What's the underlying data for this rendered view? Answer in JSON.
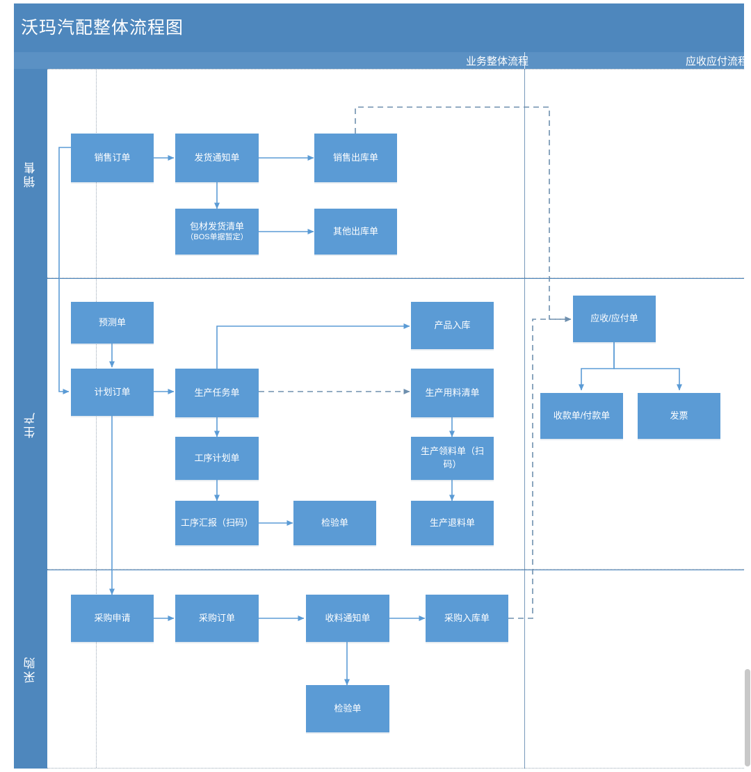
{
  "header": {
    "title": "沃玛汽配整体流程图",
    "columns": [
      {
        "label": "业务整体流程"
      },
      {
        "label": "应收应付流程"
      }
    ]
  },
  "lanes": [
    {
      "id": "sales",
      "label": "销售"
    },
    {
      "id": "production",
      "label": "生产"
    },
    {
      "id": "purchase",
      "label": "采购"
    }
  ],
  "nodes": {
    "sales_order": {
      "label": "销售订单"
    },
    "delivery_notice": {
      "label": "发货通知单"
    },
    "sales_outbound": {
      "label": "销售出库单"
    },
    "packing_list": {
      "label": "包材发货清单\n（BOS单据暂定）",
      "line1": "包材发货清单",
      "line2": "（BOS单据暂定）"
    },
    "other_outbound": {
      "label": "其他出库单"
    },
    "forecast_order": {
      "label": "预测单"
    },
    "plan_order": {
      "label": "计划订单"
    },
    "production_task": {
      "label": "生产任务单"
    },
    "product_inbound": {
      "label": "产品入库"
    },
    "production_bom": {
      "label": "生产用料清单"
    },
    "process_plan": {
      "label": "工序计划单"
    },
    "material_issue": {
      "label": "生产领料单（扫码）"
    },
    "process_report": {
      "label": "工序汇报（扫码）"
    },
    "inspection_prod": {
      "label": "检验单"
    },
    "material_return": {
      "label": "生产退料单"
    },
    "ar_ap_bill": {
      "label": "应收/应付单"
    },
    "receipt_payment": {
      "label": "收款单/付款单"
    },
    "invoice": {
      "label": "发票"
    },
    "purchase_request": {
      "label": "采购申请"
    },
    "purchase_order": {
      "label": "采购订单"
    },
    "receiving_notice": {
      "label": "收料通知单"
    },
    "purchase_inbound": {
      "label": "采购入库单"
    },
    "inspection_purc": {
      "label": "检验单"
    }
  },
  "colors": {
    "node_fill": "#5B9BD5",
    "header_fill": "#4E87BD",
    "column_header_fill": "#5B91C4",
    "connector": "#5B9BD5",
    "lane_divider": "#4E87BD",
    "text_on_fill": "#FFFFFF"
  },
  "chart_data": {
    "type": "diagram",
    "title": "沃玛汽配整体流程图",
    "lanes": [
      "销售",
      "生产",
      "采购"
    ],
    "columns": [
      "业务整体流程",
      "应收应付流程"
    ],
    "edges": [
      {
        "from": "销售订单",
        "to": "发货通知单",
        "style": "solid"
      },
      {
        "from": "发货通知单",
        "to": "销售出库单",
        "style": "solid"
      },
      {
        "from": "发货通知单",
        "to": "包材发货清单（BOS单据暂定）",
        "style": "solid"
      },
      {
        "from": "包材发货清单（BOS单据暂定）",
        "to": "其他出库单",
        "style": "solid"
      },
      {
        "from": "销售订单",
        "to": "计划订单",
        "style": "solid"
      },
      {
        "from": "销售出库单",
        "to": "应收/应付单",
        "style": "dashed"
      },
      {
        "from": "预测单",
        "to": "计划订单",
        "style": "solid"
      },
      {
        "from": "计划订单",
        "to": "生产任务单",
        "style": "solid"
      },
      {
        "from": "生产任务单",
        "to": "产品入库",
        "style": "solid"
      },
      {
        "from": "生产任务单",
        "to": "生产用料清单",
        "style": "dashed"
      },
      {
        "from": "生产任务单",
        "to": "工序计划单",
        "style": "solid"
      },
      {
        "from": "工序计划单",
        "to": "工序汇报（扫码）",
        "style": "solid"
      },
      {
        "from": "工序汇报（扫码）",
        "to": "检验单",
        "style": "solid"
      },
      {
        "from": "生产用料清单",
        "to": "生产领料单（扫码）",
        "style": "solid"
      },
      {
        "from": "生产领料单（扫码）",
        "to": "生产退料单",
        "style": "solid"
      },
      {
        "from": "计划订单",
        "to": "采购申请",
        "style": "solid"
      },
      {
        "from": "采购申请",
        "to": "采购订单",
        "style": "solid"
      },
      {
        "from": "采购订单",
        "to": "收料通知单",
        "style": "solid"
      },
      {
        "from": "收料通知单",
        "to": "采购入库单",
        "style": "solid"
      },
      {
        "from": "收料通知单",
        "to": "检验单",
        "style": "solid"
      },
      {
        "from": "采购入库单",
        "to": "应收/应付单",
        "style": "dashed"
      },
      {
        "from": "应收/应付单",
        "to": "收款单/付款单",
        "style": "solid"
      },
      {
        "from": "应收/应付单",
        "to": "发票",
        "style": "solid"
      }
    ]
  }
}
